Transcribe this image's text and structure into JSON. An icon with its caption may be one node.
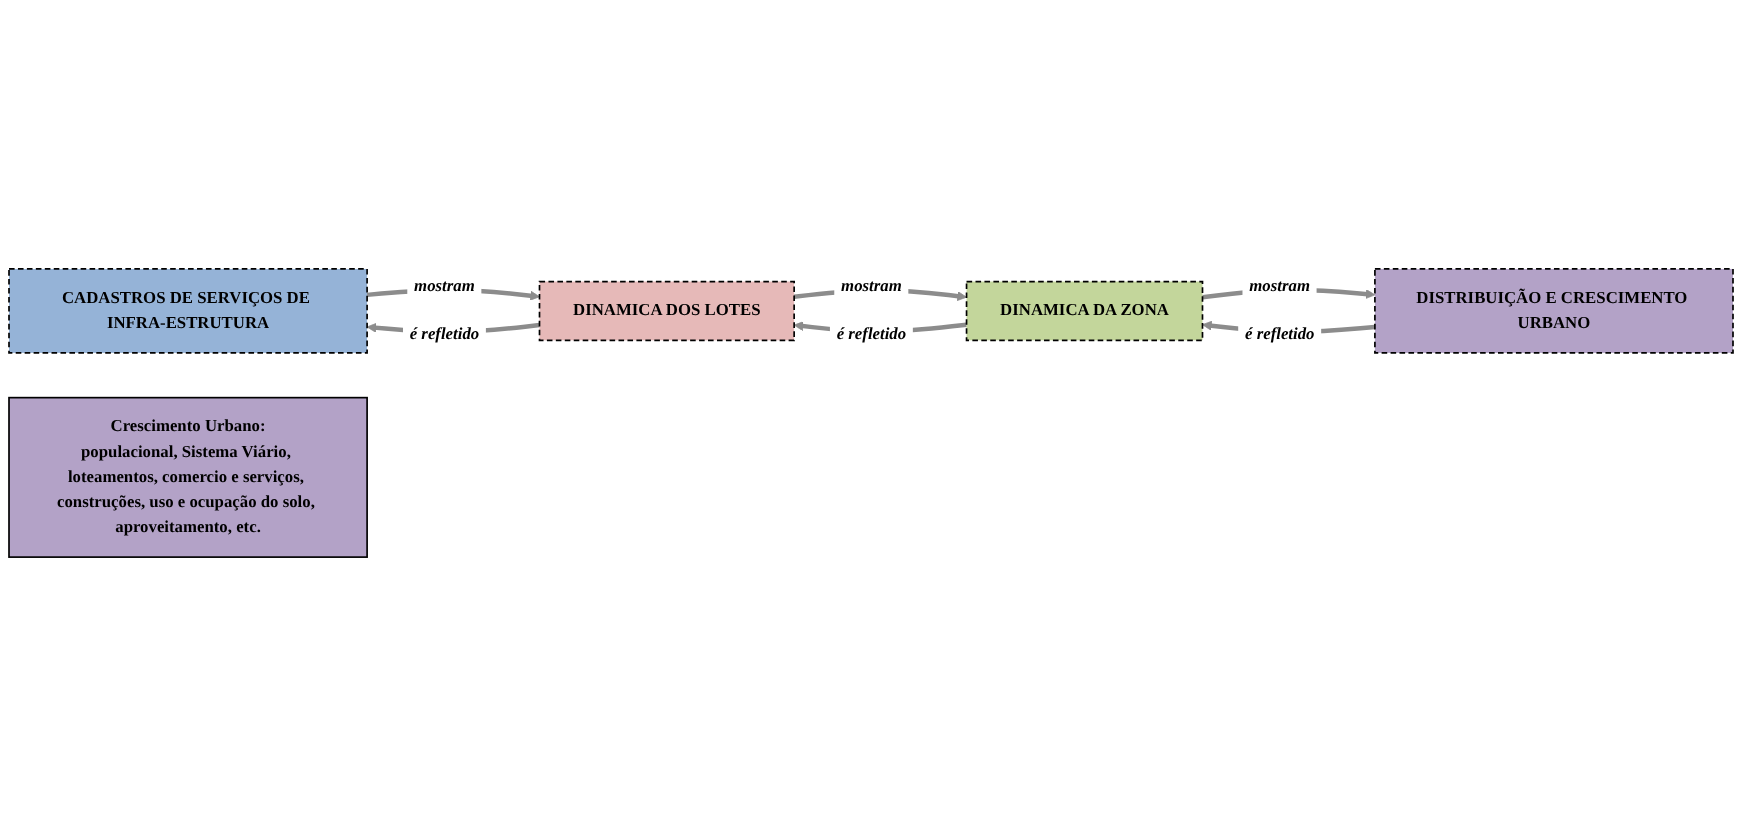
{
  "diagram": {
    "nodes": [
      {
        "text": [
          "CADASTROS DE SERVIÇOS DE INFRA-ESTRUTURA"
        ]
      },
      {
        "text": [
          "DINAMICA DOS LOTES"
        ]
      },
      {
        "text": [
          "DINAMICA DA ZONA"
        ]
      },
      {
        "text": [
          "DISTRIBUIÇÃO E CRESCIMENTO URBANO"
        ]
      },
      {
        "text": [
          "Crescimento Urbano:",
          "populacional, Sistema Viário, loteamentos, comercio e serviços, construções, uso e ocupação do solo, aproveitamento, etc."
        ]
      }
    ],
    "edges": [
      {
        "from": 0,
        "to": 1,
        "arrow": "to",
        "label": "mostram"
      },
      {
        "from": 1,
        "to": 0,
        "arrow": "to",
        "label": "é refletido"
      },
      {
        "from": 1,
        "to": 2,
        "arrow": "to",
        "label": "mostram"
      },
      {
        "from": 2,
        "to": 1,
        "arrow": "to",
        "label": "é refletido"
      },
      {
        "from": 2,
        "to": 3,
        "arrow": "to",
        "label": "mostram"
      },
      {
        "from": 3,
        "to": 2,
        "arrow": "to",
        "label": "é refletido"
      }
    ]
  }
}
